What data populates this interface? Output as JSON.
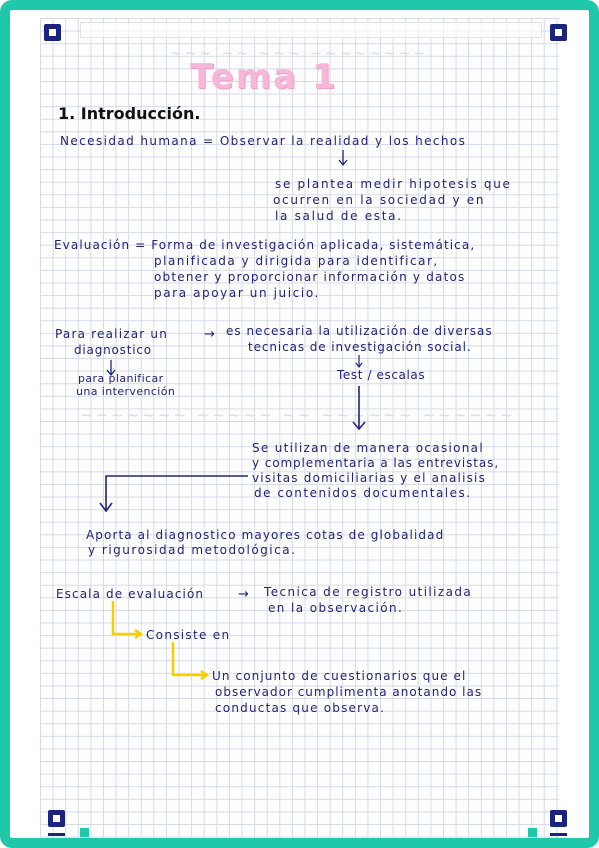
{
  "title": "Tema 1",
  "heading": "1. Introducción.",
  "lines": {
    "l1": "Necesidad humana = Observar la realidad y los hechos",
    "l2": "se plantea medir hipotesis que",
    "l3": "ocurren en la sociedad y en",
    "l4": "la salud de esta.",
    "l5": "Evaluación = Forma de investigación aplicada, sistemática,",
    "l6": "planificada y dirigida para identificar,",
    "l7": "obtener y proporcionar información y datos",
    "l8": "para apoyar un juicio.",
    "l9": "Para realizar un",
    "l10": "es necesaria la utilización de diversas",
    "l11": "diagnostico",
    "l12": "tecnicas de investigación social.",
    "l13": "para planificar",
    "l14": "una intervención",
    "l15": "Test / escalas",
    "l16": "Se utilizan de manera ocasional",
    "l17": "y complementaria a las entrevistas,",
    "l18": "visitas domiciliarias y el analisis",
    "l19": "de contenidos documentales.",
    "l20": "Aporta al diagnostico mayores cotas de globalidad",
    "l21": "y rigurosidad metodológica.",
    "l22": "Escala de evaluación",
    "l23": "Tecnica de registro utilizada",
    "l24": "en la observación.",
    "l25": "Consiste en",
    "l26": "Un conjunto de cuestionarios que el",
    "l27": "observador cumplimenta anotando las",
    "l28": "conductas que observa."
  },
  "colors": {
    "frame": "#1ec8a8",
    "ink": "#22227a",
    "title_pink": "#f7b7d9",
    "arrow_yellow": "#f5d000"
  }
}
